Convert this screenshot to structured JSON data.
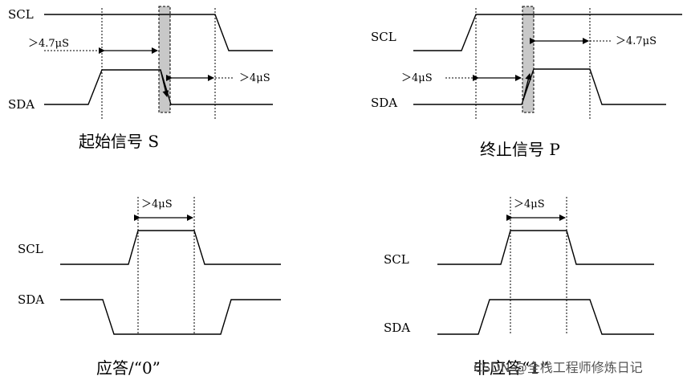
{
  "signals": {
    "scl": "SCL",
    "sda": "SDA"
  },
  "timing": {
    "t47": "＞4.7μS",
    "t4": "＞4μS"
  },
  "captions": {
    "start": "起始信号 S",
    "stop": "终止信号 P",
    "ack": "应答/“0”",
    "nack": "非应答“1”"
  },
  "watermark": "CSDN @全栈工程师修炼日记",
  "colors": {
    "line": "#000000",
    "highlight": "#c8c8c8",
    "watermark": "#555555"
  }
}
